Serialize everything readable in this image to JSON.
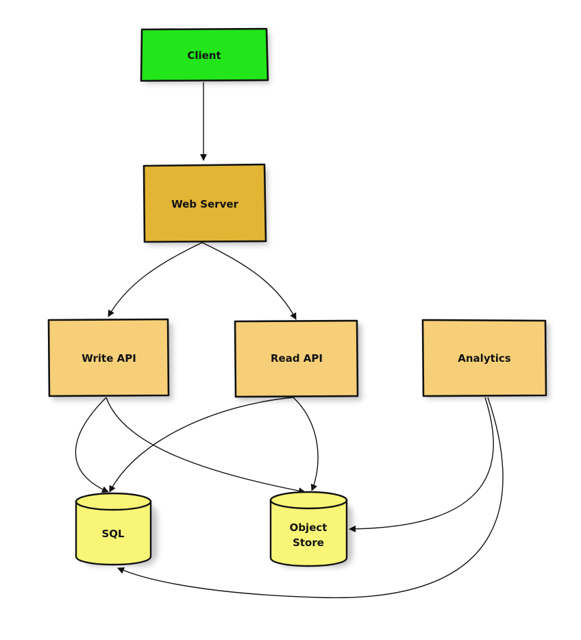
{
  "nodes": {
    "client": {
      "label": "Client",
      "color": "#22e61a"
    },
    "web_server": {
      "label": "Web Server",
      "color": "#e2b535"
    },
    "write_api": {
      "label": "Write API",
      "color": "#f6cf78"
    },
    "read_api": {
      "label": "Read API",
      "color": "#f6cf78"
    },
    "analytics": {
      "label": "Analytics",
      "color": "#f6cf78"
    },
    "sql": {
      "label": "SQL",
      "color": "#f9f577"
    },
    "object_store": {
      "label_line1": "Object",
      "label_line2": "Store",
      "color": "#f9f577"
    }
  },
  "edges": [
    {
      "from": "Client",
      "to": "Web Server"
    },
    {
      "from": "Web Server",
      "to": "Write API"
    },
    {
      "from": "Web Server",
      "to": "Read API"
    },
    {
      "from": "Write API",
      "to": "SQL"
    },
    {
      "from": "Write API",
      "to": "Object Store"
    },
    {
      "from": "Read API",
      "to": "SQL"
    },
    {
      "from": "Read API",
      "to": "Object Store"
    },
    {
      "from": "Analytics",
      "to": "Object Store"
    },
    {
      "from": "Analytics",
      "to": "SQL"
    }
  ]
}
